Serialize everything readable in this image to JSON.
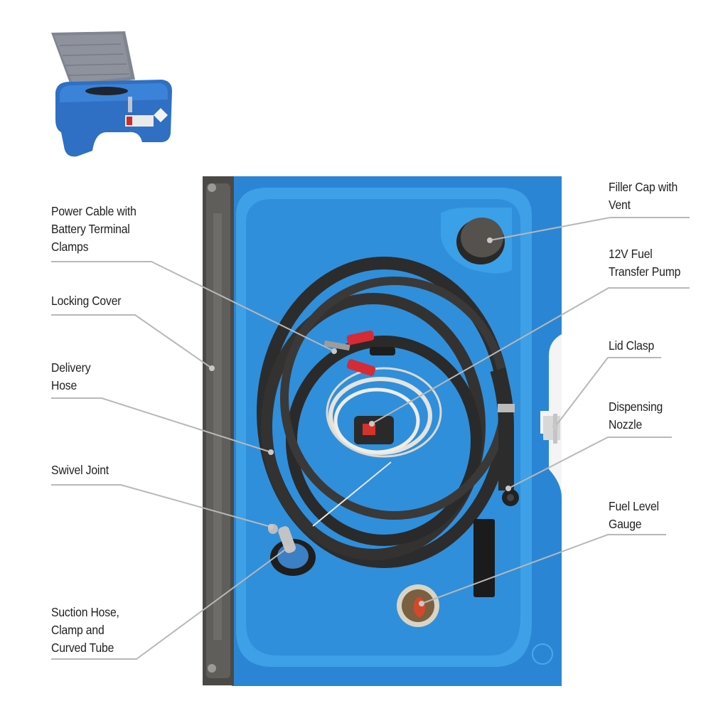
{
  "thumbnail": {
    "alt": "Portable blue fuel tank with open grey lid"
  },
  "colors": {
    "tank_blue": "#2d8fd8",
    "tank_blue_light": "#4aa8ea",
    "tank_blue_dark": "#1e6fb4",
    "locking_cover_grey": "#5b5a57",
    "hose_black": "#2c2c2c",
    "leader_line": "#b8b8b8",
    "label_text": "#1f1f1f",
    "clamp_red": "#d62a35"
  },
  "callouts": [
    {
      "id": "power-cable",
      "lines": [
        "Power Cable with",
        "Battery Terminal",
        "Clamps"
      ]
    },
    {
      "id": "locking-cover",
      "lines": [
        "Locking Cover"
      ]
    },
    {
      "id": "delivery-hose",
      "lines": [
        "Delivery",
        "Hose"
      ]
    },
    {
      "id": "swivel-joint",
      "lines": [
        "Swivel Joint"
      ]
    },
    {
      "id": "suction-hose",
      "lines": [
        "Suction Hose,",
        "Clamp and",
        "Curved Tube"
      ]
    },
    {
      "id": "filler-cap",
      "lines": [
        "Filler Cap with",
        "Vent"
      ]
    },
    {
      "id": "fuel-pump",
      "lines": [
        "12V Fuel",
        "Transfer Pump"
      ]
    },
    {
      "id": "lid-clasp",
      "lines": [
        "Lid Clasp"
      ]
    },
    {
      "id": "dispensing-nozzle",
      "lines": [
        "Dispensing",
        "Nozzle"
      ]
    },
    {
      "id": "fuel-gauge",
      "lines": [
        "Fuel Level",
        "Gauge"
      ]
    }
  ]
}
